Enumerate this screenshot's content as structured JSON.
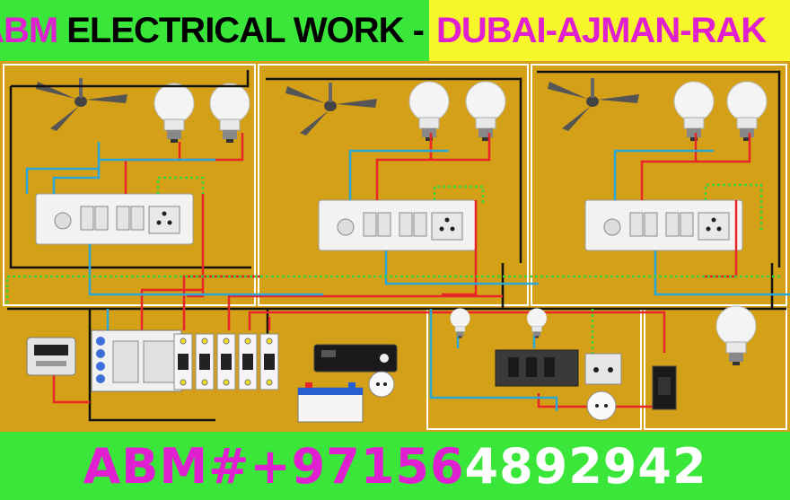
{
  "banner": {
    "brand": "ABM",
    "title": "ELECTRICAL WORK",
    "dash": "-",
    "locations": "DUBAI-AJMAN-RAK"
  },
  "footer": {
    "prefix": "ABM#+97156",
    "suffix": "4892942"
  },
  "colors": {
    "background": "#d4a017",
    "banner_green": "#39e639",
    "banner_yellow": "#f6f62a",
    "magenta": "#e020d0",
    "wire_red": "#e8262a",
    "wire_blue": "#2aa7d8",
    "wire_black": "#111111",
    "earth_green": "#3ad43a"
  },
  "diagram": {
    "rooms": [
      {
        "fan": "ceiling-fan-icon",
        "bulbs": 2,
        "switchboard": "switch-plate"
      },
      {
        "fan": "ceiling-fan-icon",
        "bulbs": 2,
        "switchboard": "switch-plate"
      },
      {
        "fan": "ceiling-fan-icon",
        "bulbs": 2,
        "switchboard": "switch-plate"
      }
    ],
    "distribution_board": {
      "mcb_count": 5
    },
    "devices": [
      "energy-meter-icon",
      "inverter-icon",
      "battery-icon",
      "plug-icon",
      "bulb-icon",
      "switch-icon"
    ]
  }
}
